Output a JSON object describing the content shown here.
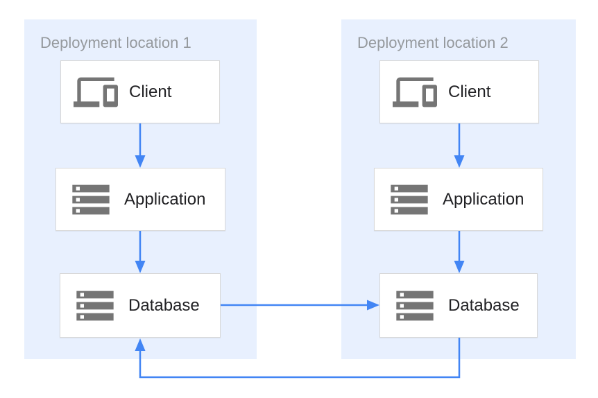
{
  "colors": {
    "arrow": "#4285F4",
    "panel_bg": "#E8F0FE",
    "panel_title": "#95999D",
    "box_bg": "#FFFFFF",
    "box_border": "#D8D8D8",
    "label": "#212124",
    "icon": "#757575"
  },
  "locations": [
    {
      "title": "Deployment location 1",
      "nodes": [
        {
          "label": "Client",
          "icon": "devices-icon"
        },
        {
          "label": "Application",
          "icon": "server-stack-icon"
        },
        {
          "label": "Database",
          "icon": "server-stack-icon"
        }
      ]
    },
    {
      "title": "Deployment location 2",
      "nodes": [
        {
          "label": "Client",
          "icon": "devices-icon"
        },
        {
          "label": "Application",
          "icon": "server-stack-icon"
        },
        {
          "label": "Database",
          "icon": "server-stack-icon"
        }
      ]
    }
  ],
  "connections": [
    {
      "from": "location-1-client",
      "to": "location-1-application",
      "direction": "down"
    },
    {
      "from": "location-1-application",
      "to": "location-1-database",
      "direction": "down"
    },
    {
      "from": "location-2-client",
      "to": "location-2-application",
      "direction": "down"
    },
    {
      "from": "location-2-application",
      "to": "location-2-database",
      "direction": "down"
    },
    {
      "from": "location-1-database",
      "to": "location-2-database",
      "direction": "right"
    },
    {
      "from": "location-2-database",
      "to": "location-1-database",
      "direction": "loop-bottom"
    }
  ]
}
